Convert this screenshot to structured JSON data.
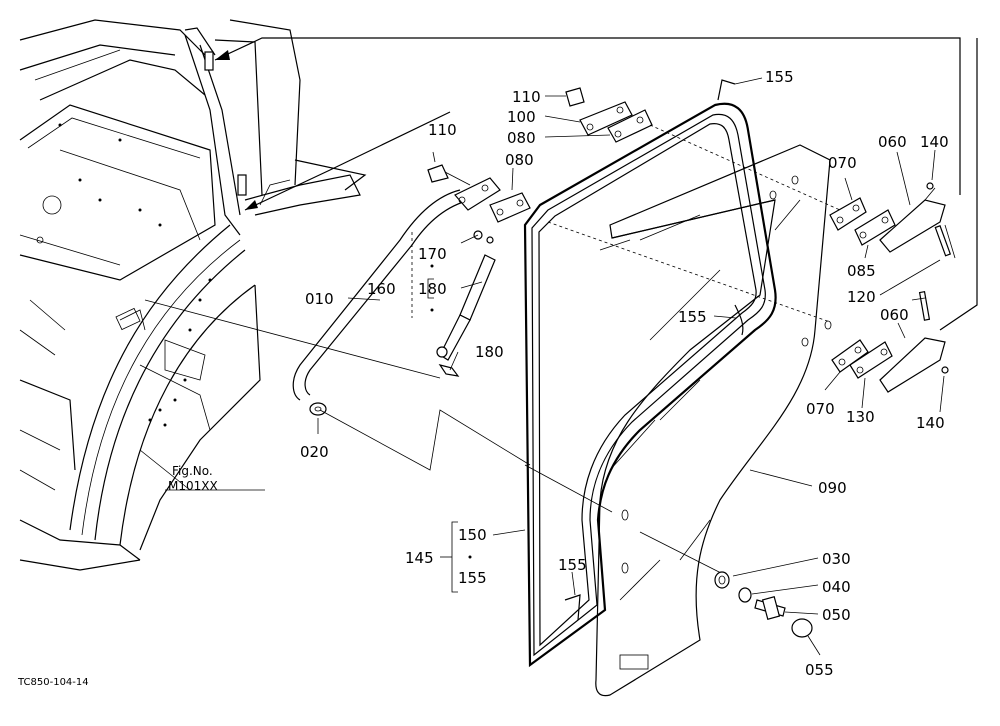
{
  "drawing_code": "TC850-104-14",
  "fig_ref": {
    "line1": "Fig.No.",
    "line2": "M101XX"
  },
  "callouts": {
    "c155_top": "155",
    "c110_a": "110",
    "c100": "100",
    "c080_a": "080",
    "c110_b": "110",
    "c080_b": "080",
    "c170": "170",
    "c160": "160",
    "c180_a": "180",
    "c180_b": "180",
    "c010": "010",
    "c020": "020",
    "c070_a": "070",
    "c060_a": "060",
    "c140_a": "140",
    "c085": "085",
    "c120": "120",
    "c155_mid": "155",
    "c060_b": "060",
    "c070_b": "070",
    "c130": "130",
    "c140_b": "140",
    "c090": "090",
    "c150": "150",
    "c145": "145",
    "c155_low": "155",
    "c155_bot": "155",
    "c030": "030",
    "c040": "040",
    "c050": "050",
    "c055": "055"
  }
}
